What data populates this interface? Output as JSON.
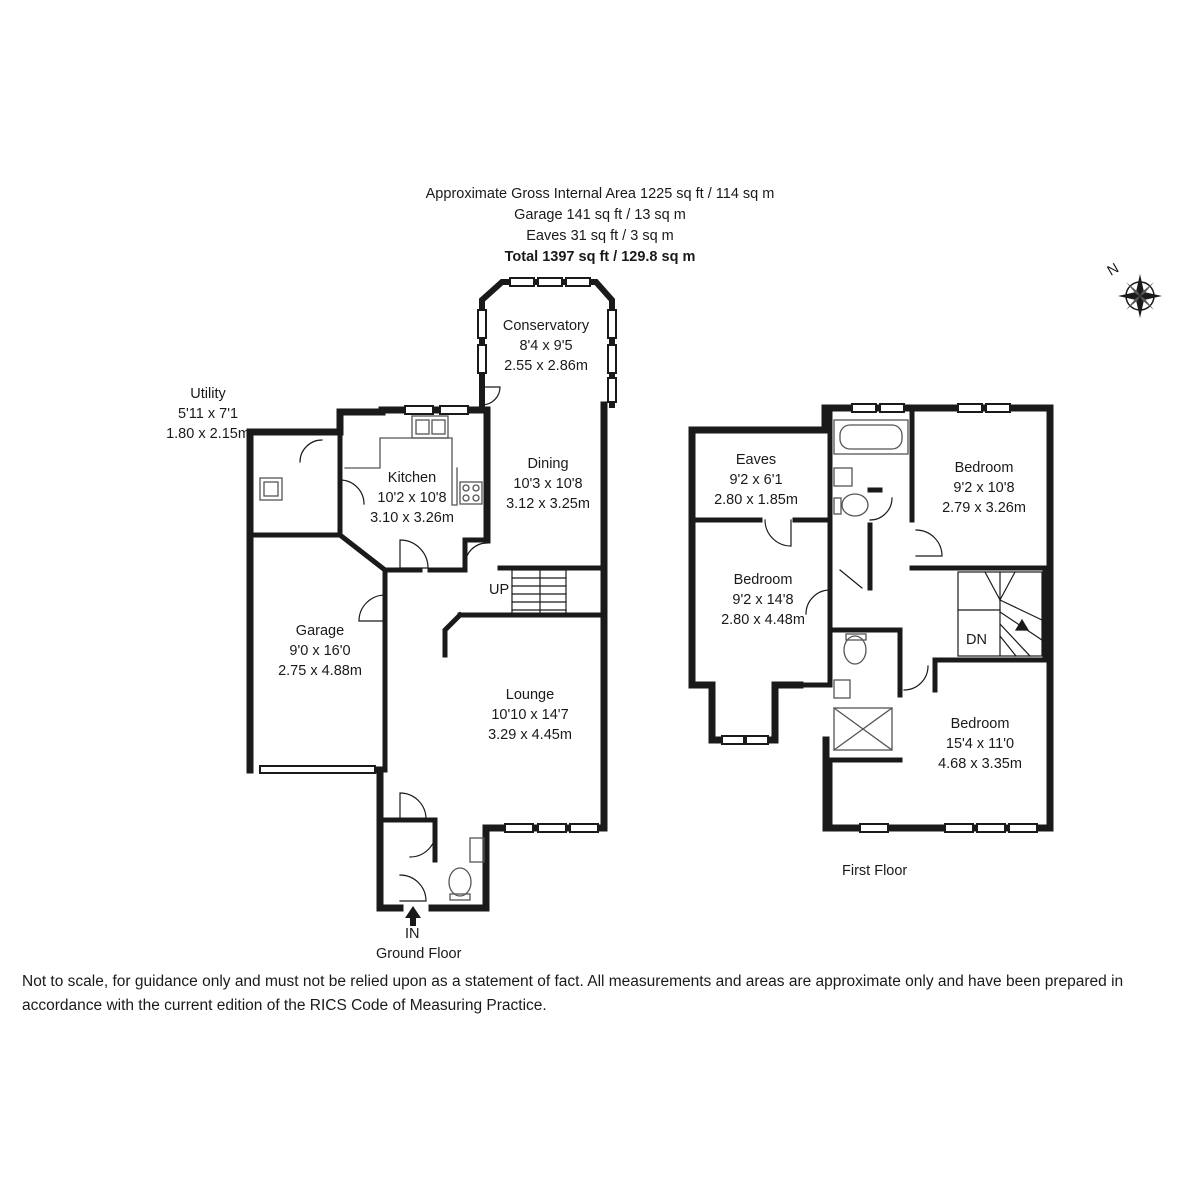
{
  "area": {
    "gross": "Approximate Gross Internal Area 1225 sq ft / 114 sq m",
    "garage": "Garage 141 sq ft / 13 sq m",
    "eaves": "Eaves 31 sq ft / 3 sq m",
    "total": "Total 1397 sq ft / 129.8 sq m"
  },
  "compass": {
    "label": "N"
  },
  "ground_floor": {
    "title": "Ground Floor",
    "entrance": "IN",
    "stairs": "UP",
    "rooms": [
      {
        "name": "Conservatory",
        "imperial": "8'4 x 9'5",
        "metric": "2.55 x 2.86m"
      },
      {
        "name": "Utility",
        "imperial": "5'11 x 7'1",
        "metric": "1.80 x 2.15m"
      },
      {
        "name": "Kitchen",
        "imperial": "10'2 x 10'8",
        "metric": "3.10 x 3.26m"
      },
      {
        "name": "Dining",
        "imperial": "10'3 x 10'8",
        "metric": "3.12 x 3.25m"
      },
      {
        "name": "Garage",
        "imperial": "9'0 x 16'0",
        "metric": "2.75 x 4.88m"
      },
      {
        "name": "Lounge",
        "imperial": "10'10 x 14'7",
        "metric": "3.29 x 4.45m"
      }
    ]
  },
  "first_floor": {
    "title": "First Floor",
    "stairs": "DN",
    "rooms": [
      {
        "name": "Eaves",
        "imperial": "9'2 x 6'1",
        "metric": "2.80 x 1.85m"
      },
      {
        "name": "Bedroom",
        "imperial": "9'2 x 10'8",
        "metric": "2.79 x 3.26m"
      },
      {
        "name": "Bedroom",
        "imperial": "9'2 x 14'8",
        "metric": "2.80 x 4.48m"
      },
      {
        "name": "Bedroom",
        "imperial": "15'4 x 11'0",
        "metric": "4.68 x 3.35m"
      }
    ]
  },
  "disclaimer": "Not to scale, for guidance only and must not be relied upon as a statement of fact. All measurements and areas are approximate only and have been prepared in accordance with the current edition of the RICS Code of Measuring Practice.",
  "colors": {
    "wall": "#1a1a1a",
    "window": "#ffffff",
    "fixture": "#555555"
  }
}
